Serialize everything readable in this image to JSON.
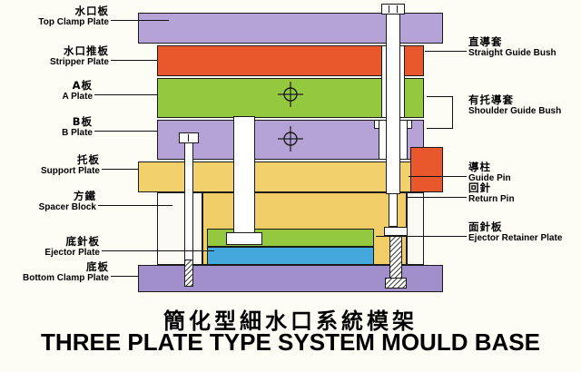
{
  "title": {
    "cn": "簡化型細水口系統模架",
    "en": "THREE PLATE TYPE SYSTEM MOULD BASE"
  },
  "left_labels": [
    {
      "cn": "水口板",
      "en": "Top Clamp Plate"
    },
    {
      "cn": "水口推板",
      "en": "Stripper Plate"
    },
    {
      "cn": "A板",
      "en": "A Plate"
    },
    {
      "cn": "B板",
      "en": "B Plate"
    },
    {
      "cn": "托板",
      "en": "Support Plate"
    },
    {
      "cn": "方鐵",
      "en": "Spacer Block"
    },
    {
      "cn": "底針板",
      "en": "Ejector Plate"
    },
    {
      "cn": "底板",
      "en": "Bottom Clamp Plate"
    }
  ],
  "right_labels": [
    {
      "cn": "直導套",
      "en": "Straight Guide Bush"
    },
    {
      "cn": "有托導套",
      "en": "Shoulder Guide Bush"
    },
    {
      "cn": "導柱",
      "en": "Guide Pin"
    },
    {
      "cn": "回針",
      "en": "Return Pin"
    },
    {
      "cn": "面針板",
      "en": "Ejector Retainer Plate"
    }
  ],
  "colors": {
    "purple": "#b5a3d8",
    "orange": "#e9582c",
    "green": "#93c83f",
    "yellow": "#f2d06b",
    "blue": "#45a8dc",
    "bottom_purple": "#a18fcb",
    "white_block": "#faf9f4",
    "cavity_yellow": "#f0cd66"
  }
}
